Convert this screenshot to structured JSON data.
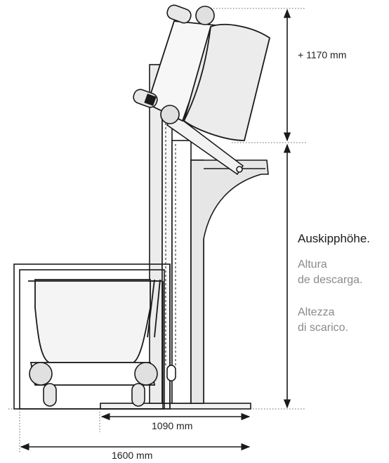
{
  "dimensions": {
    "lift_extra": "+ 1170 mm",
    "base_depth": "1090 mm",
    "overall_depth": "1600 mm"
  },
  "discharge_height": {
    "german": "Auskipphöhe.",
    "spanish_line1": "Altura",
    "spanish_line2": "de descarga.",
    "italian_line1": "Altezza",
    "italian_line2": "di scarico."
  },
  "colors": {
    "line": "#1a1a1a",
    "fill_light": "#f2f2f2",
    "fill_mid": "#e6e6e6",
    "text_gray": "#8a8a8a"
  }
}
